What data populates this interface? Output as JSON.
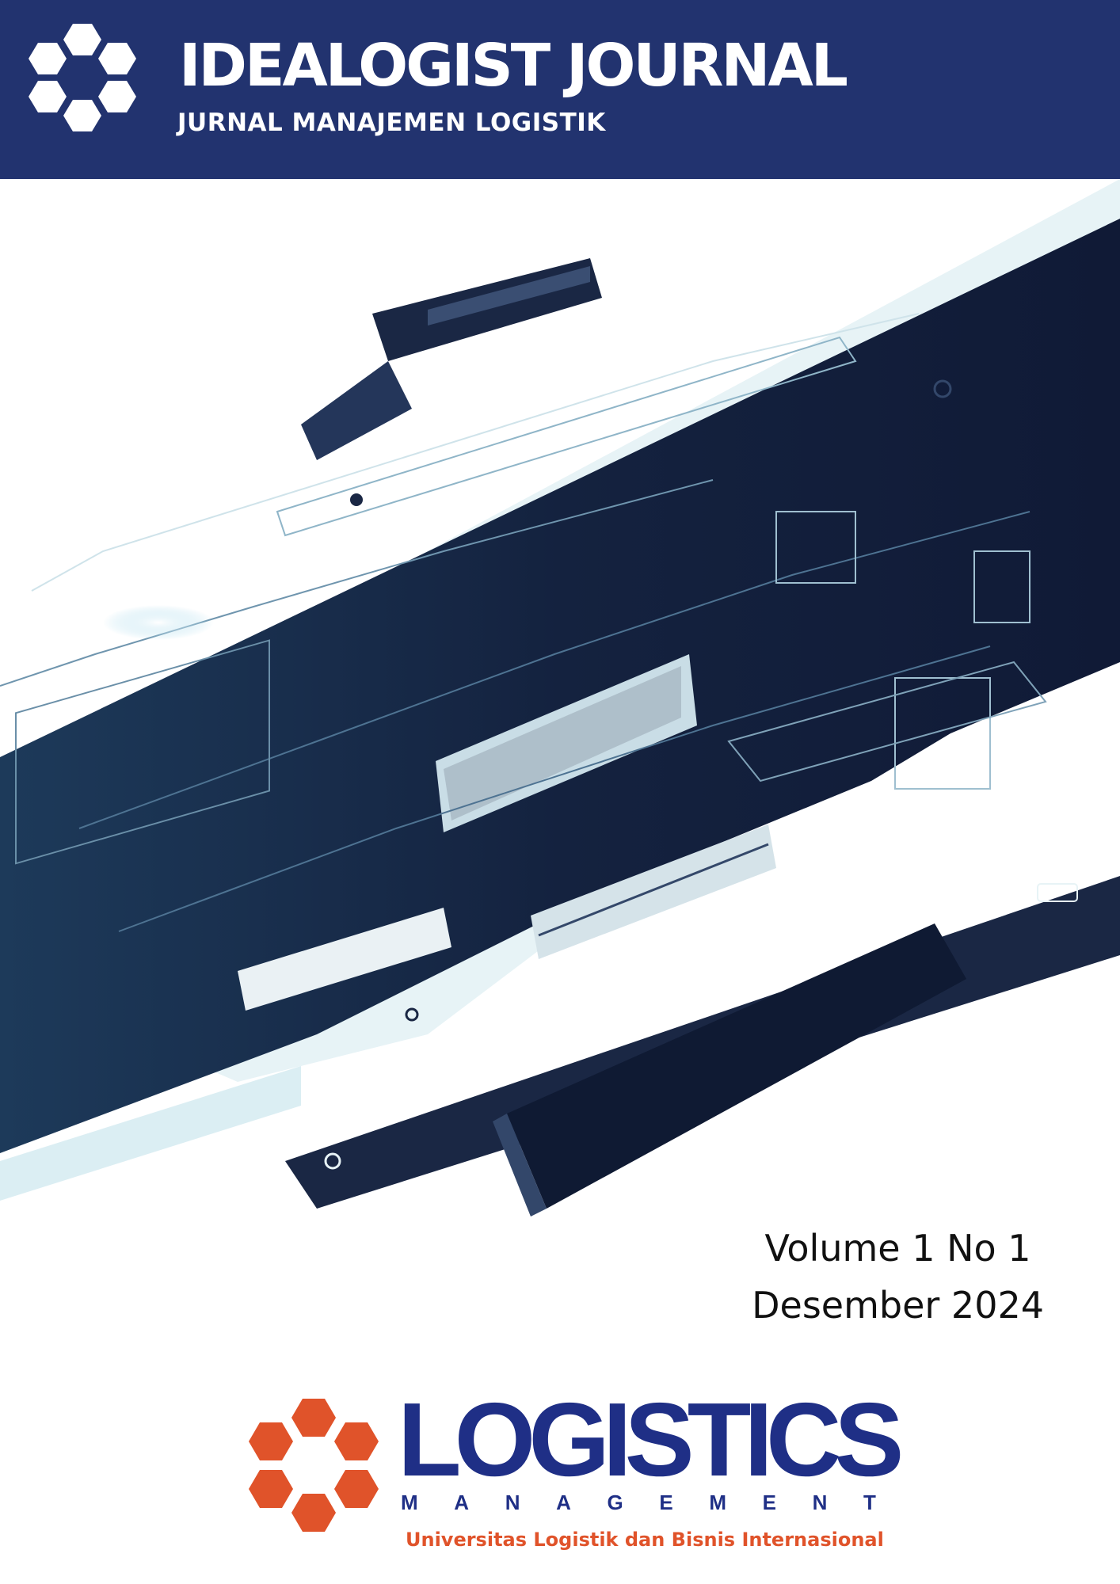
{
  "journal": {
    "title": "IDEALOGIST JOURNAL",
    "subtitle": "JURNAL MANAJEMEN LOGISTIK",
    "logo_icon": "hexagon-cluster-icon",
    "header_color": "#22336f"
  },
  "cover_art": {
    "icon": "logistics-circuit-illustration",
    "primary_color": "#14213f",
    "accent_color": "#cfe9ef"
  },
  "issue": {
    "volume": "Volume 1 No 1",
    "date": "Desember 2024"
  },
  "publisher": {
    "brand": "LOGISTICS",
    "brand_sub": [
      "M",
      "A",
      "N",
      "A",
      "G",
      "E",
      "M",
      "E",
      "N",
      "T"
    ],
    "university": "Universitas Logistik dan Bisnis Internasional",
    "brand_color": "#1f2f86",
    "accent_color": "#e0532a",
    "logo_icon": "hexagon-cluster-icon"
  }
}
